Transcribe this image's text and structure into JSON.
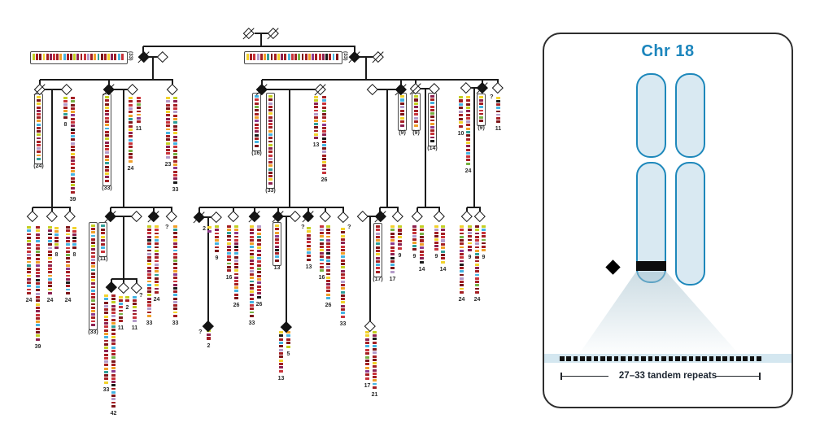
{
  "panel": {
    "title": "Chr 18",
    "repeats_label": "27–33 tandem repeats",
    "square_count": 30,
    "colors": {
      "outline": "#2e2e2e",
      "chromosome_blue": "#1e88bb",
      "chromosome_fill": "#d9e9f2",
      "band_black": "#0d0d0d",
      "strip_blue": "#d4e7f0",
      "title_blue": "#1d86bd"
    }
  },
  "pedigree": {
    "palette": [
      "#a31e22",
      "#7c1418",
      "#f09f29",
      "#45b3e2",
      "#1a1a1a",
      "#c3cf21",
      "#8c2150",
      "#f2d22b",
      "#b49bc9",
      "#76b043",
      "#2f9e98",
      "#8e3a8c",
      "#c8333a",
      "#3d6fa0"
    ],
    "seq": [
      0,
      1,
      7,
      0,
      6,
      12,
      0,
      2,
      3,
      0,
      1,
      5,
      6,
      0,
      12,
      8,
      0,
      2,
      10,
      1,
      0,
      7,
      6,
      0,
      3,
      12,
      0,
      9,
      1,
      0,
      2,
      11,
      0,
      12,
      6,
      4,
      0,
      3,
      1,
      8
    ],
    "individuals": [
      [
        "so",
        306,
        41
      ],
      [
        "so",
        336,
        41
      ],
      [
        "sf",
        177,
        70
      ],
      [
        "o",
        200,
        70
      ],
      [
        "sf",
        436,
        70
      ],
      [
        "so",
        465,
        70
      ],
      [
        "so",
        49,
        110
      ],
      [
        "o",
        82,
        110
      ],
      [
        "sf",
        134,
        110
      ],
      [
        "o",
        163,
        110
      ],
      [
        "o",
        212,
        110
      ],
      [
        "sf",
        322,
        110
      ],
      [
        "so",
        394,
        110
      ],
      [
        "o",
        458,
        110
      ],
      [
        "sf",
        493,
        110
      ],
      [
        "so",
        511,
        109
      ],
      [
        "o",
        534,
        109
      ],
      [
        "o",
        573,
        108
      ],
      [
        "sf",
        593,
        108
      ],
      [
        "o",
        612,
        108
      ],
      [
        "o",
        40,
        266
      ],
      [
        "o",
        64,
        266
      ],
      [
        "o",
        86,
        266
      ],
      [
        "sf",
        136,
        266
      ],
      [
        "o",
        168,
        266
      ],
      [
        "sf",
        189,
        266
      ],
      [
        "o",
        211,
        266
      ],
      [
        "sf",
        245,
        267
      ],
      [
        "o",
        266,
        267
      ],
      [
        "o",
        287,
        266
      ],
      [
        "sf",
        313,
        266
      ],
      [
        "sf",
        342,
        266
      ],
      [
        "o",
        363,
        266
      ],
      [
        "sf",
        379,
        266
      ],
      [
        "o",
        400,
        266
      ],
      [
        "o",
        422,
        267
      ],
      [
        "o",
        446,
        266
      ],
      [
        "sf",
        468,
        266
      ],
      [
        "o",
        489,
        266
      ],
      [
        "o",
        513,
        266
      ],
      [
        "o",
        540,
        266
      ],
      [
        "o",
        574,
        266
      ],
      [
        "o",
        590,
        266
      ],
      [
        "f",
        137,
        353
      ],
      [
        "o",
        152,
        354
      ],
      [
        "o",
        168,
        354
      ],
      [
        "f",
        256,
        401
      ],
      [
        "f",
        352,
        402
      ],
      [
        "o",
        455,
        401
      ]
    ],
    "lines": [
      [
        313,
        41,
        330,
        41
      ],
      [
        321,
        41,
        321,
        57
      ],
      [
        176,
        57,
        436,
        57
      ],
      [
        176,
        57,
        176,
        64
      ],
      [
        436,
        57,
        436,
        64
      ],
      [
        183,
        70,
        194,
        70
      ],
      [
        188,
        70,
        188,
        98
      ],
      [
        442,
        70,
        459,
        70
      ],
      [
        450,
        70,
        450,
        98
      ],
      [
        49,
        98,
        212,
        98
      ],
      [
        49,
        98,
        49,
        104
      ],
      [
        134,
        98,
        134,
        104
      ],
      [
        212,
        98,
        212,
        104
      ],
      [
        322,
        98,
        612,
        98
      ],
      [
        322,
        98,
        322,
        104
      ],
      [
        493,
        98,
        493,
        104
      ],
      [
        511,
        98,
        511,
        103
      ],
      [
        593,
        98,
        593,
        102
      ],
      [
        612,
        98,
        612,
        102
      ],
      [
        55,
        110,
        76,
        110
      ],
      [
        140,
        110,
        157,
        110
      ],
      [
        328,
        110,
        388,
        110
      ],
      [
        464,
        110,
        487,
        110
      ],
      [
        517,
        109,
        528,
        109
      ],
      [
        579,
        108,
        587,
        108
      ],
      [
        64,
        110,
        64,
        255
      ],
      [
        152,
        110,
        152,
        255
      ],
      [
        356,
        110,
        356,
        255
      ],
      [
        476,
        110,
        476,
        255
      ],
      [
        523,
        109,
        523,
        255
      ],
      [
        583,
        108,
        583,
        255
      ],
      [
        40,
        255,
        86,
        255
      ],
      [
        136,
        255,
        211,
        255
      ],
      [
        245,
        255,
        422,
        255
      ],
      [
        467,
        255,
        489,
        255
      ],
      [
        513,
        255,
        540,
        255
      ],
      [
        574,
        255,
        590,
        255
      ],
      [
        40,
        255,
        40,
        261
      ],
      [
        64,
        255,
        64,
        261
      ],
      [
        86,
        255,
        86,
        261
      ],
      [
        136,
        255,
        136,
        261
      ],
      [
        189,
        255,
        189,
        261
      ],
      [
        211,
        255,
        211,
        261
      ],
      [
        245,
        255,
        245,
        262
      ],
      [
        287,
        255,
        287,
        261
      ],
      [
        313,
        255,
        313,
        261
      ],
      [
        342,
        255,
        342,
        261
      ],
      [
        379,
        255,
        379,
        261
      ],
      [
        400,
        255,
        400,
        261
      ],
      [
        422,
        255,
        422,
        262
      ],
      [
        467,
        255,
        467,
        261
      ],
      [
        489,
        255,
        489,
        261
      ],
      [
        513,
        255,
        513,
        261
      ],
      [
        540,
        255,
        540,
        261
      ],
      [
        574,
        255,
        574,
        261
      ],
      [
        590,
        255,
        590,
        261
      ],
      [
        142,
        266,
        162,
        266
      ],
      [
        251,
        267,
        260,
        267
      ],
      [
        348,
        266,
        357,
        266
      ],
      [
        452,
        266,
        461,
        266
      ],
      [
        152,
        266,
        152,
        343
      ],
      [
        137,
        343,
        168,
        343
      ],
      [
        137,
        343,
        137,
        348
      ],
      [
        152,
        343,
        152,
        348
      ],
      [
        168,
        343,
        168,
        348
      ],
      [
        256,
        267,
        256,
        395
      ],
      [
        352,
        266,
        352,
        396
      ],
      [
        455,
        266,
        455,
        395
      ]
    ],
    "bars": [
      [
        45,
        118,
        80,
        "(24)",
        1,
        ""
      ],
      [
        78,
        119,
        28,
        "8",
        0,
        ""
      ],
      [
        87,
        119,
        120,
        "39",
        0,
        ""
      ],
      [
        129,
        118,
        107,
        "(33)",
        1,
        ""
      ],
      [
        158,
        119,
        82,
        "24",
        0,
        ""
      ],
      [
        168,
        119,
        33,
        "11",
        0,
        ""
      ],
      [
        204,
        119,
        77,
        "23",
        0,
        ""
      ],
      [
        213,
        119,
        108,
        "33",
        0,
        ""
      ],
      [
        313,
        117,
        65,
        "(16)",
        1,
        ""
      ],
      [
        330,
        117,
        111,
        "(33)",
        1,
        ""
      ],
      [
        386,
        118,
        54,
        "13",
        0,
        ""
      ],
      [
        396,
        118,
        97,
        "26",
        0,
        ""
      ],
      [
        492,
        117,
        40,
        "(9)",
        1,
        ""
      ],
      [
        509,
        117,
        40,
        "(9)",
        1,
        ""
      ],
      [
        529,
        117,
        59,
        "(14)",
        1,
        ""
      ],
      [
        564,
        118,
        40,
        "10",
        0,
        ""
      ],
      [
        573,
        118,
        86,
        "24",
        0,
        ""
      ],
      [
        589,
        118,
        33,
        "(9)",
        1,
        ""
      ],
      [
        610,
        119,
        33,
        "11",
        0,
        ""
      ],
      [
        33,
        278,
        85,
        "24",
        0,
        ""
      ],
      [
        44,
        278,
        142,
        "39",
        0,
        ""
      ],
      [
        59,
        278,
        85,
        "24",
        0,
        ""
      ],
      [
        67,
        279,
        28,
        "8",
        0,
        ""
      ],
      [
        81,
        278,
        85,
        "24",
        0,
        ""
      ],
      [
        89,
        279,
        28,
        "8",
        0,
        ""
      ],
      [
        112,
        276,
        126,
        "(33)",
        1,
        ""
      ],
      [
        124,
        276,
        36,
        "(11)",
        1,
        ""
      ],
      [
        181,
        277,
        114,
        "33",
        0,
        ""
      ],
      [
        190,
        277,
        85,
        "24",
        0,
        ""
      ],
      [
        213,
        277,
        114,
        "33",
        0,
        ""
      ],
      [
        255,
        278,
        9,
        "2",
        0,
        "left"
      ],
      [
        264,
        277,
        34,
        "9",
        0,
        ""
      ],
      [
        279,
        277,
        58,
        "16",
        0,
        ""
      ],
      [
        288,
        277,
        92,
        "26",
        0,
        ""
      ],
      [
        307,
        277,
        114,
        "33",
        0,
        ""
      ],
      [
        316,
        277,
        91,
        "26",
        0,
        ""
      ],
      [
        338,
        276,
        47,
        "13",
        1,
        ""
      ],
      [
        377,
        279,
        43,
        "13",
        0,
        ""
      ],
      [
        393,
        277,
        58,
        "16",
        0,
        ""
      ],
      [
        401,
        277,
        92,
        "26",
        0,
        ""
      ],
      [
        419,
        280,
        112,
        "33",
        0,
        ""
      ],
      [
        462,
        277,
        60,
        "(17)",
        1,
        ""
      ],
      [
        480,
        277,
        60,
        "17",
        0,
        ""
      ],
      [
        489,
        277,
        31,
        "9",
        0,
        ""
      ],
      [
        507,
        277,
        32,
        "9",
        0,
        ""
      ],
      [
        516,
        277,
        48,
        "14",
        0,
        ""
      ],
      [
        534,
        277,
        32,
        "9",
        0,
        ""
      ],
      [
        542,
        277,
        48,
        "14",
        0,
        ""
      ],
      [
        565,
        277,
        85,
        "24",
        0,
        ""
      ],
      [
        575,
        277,
        33,
        "9",
        0,
        ""
      ],
      [
        584,
        277,
        85,
        "24",
        0,
        ""
      ],
      [
        592,
        277,
        33,
        "9",
        0,
        ""
      ],
      [
        128,
        362,
        111,
        "33",
        0,
        ""
      ],
      [
        137,
        362,
        140,
        "42",
        0,
        ""
      ],
      [
        146,
        364,
        33,
        "11",
        0,
        ""
      ],
      [
        154,
        364,
        8,
        "2",
        0,
        ""
      ],
      [
        163,
        364,
        33,
        "11",
        0,
        ""
      ],
      [
        254,
        405,
        14,
        "2",
        0,
        ""
      ],
      [
        343,
        407,
        52,
        "13",
        0,
        ""
      ],
      [
        352,
        407,
        22,
        "5",
        0,
        ""
      ],
      [
        449,
        407,
        61,
        "17",
        0,
        ""
      ],
      [
        458,
        407,
        72,
        "21",
        0,
        ""
      ]
    ],
    "hbars": [
      [
        40,
        66,
        113,
        "(33)"
      ],
      [
        303,
        66,
        114,
        "(33)"
      ]
    ],
    "marks": [
      [
        "?",
        203,
        274
      ],
      [
        "?",
        370,
        274
      ],
      [
        "?",
        427,
        274
      ],
      [
        "?",
        602,
        114
      ],
      [
        "?",
        171,
        358
      ],
      [
        "?",
        244,
        403
      ]
    ]
  }
}
